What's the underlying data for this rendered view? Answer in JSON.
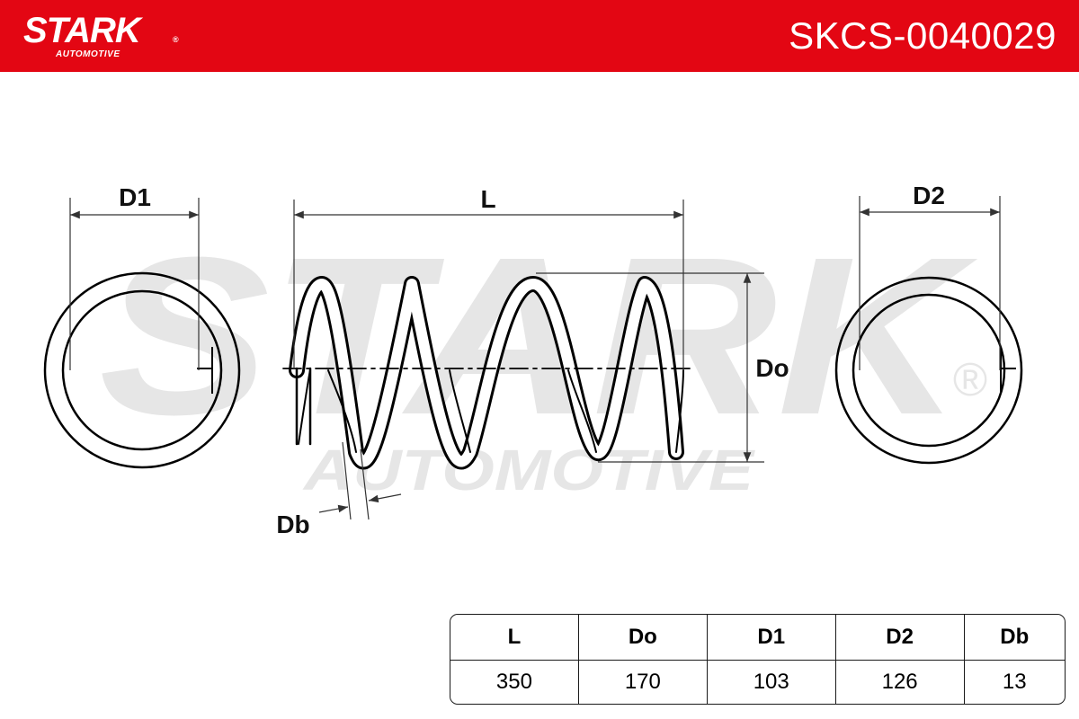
{
  "header": {
    "brand_name": "STARK",
    "brand_reg": "®",
    "brand_sub": "AUTOMOTIVE",
    "part_number": "SKCS-0040029",
    "background_color": "#e30613"
  },
  "watermark": {
    "main": "STARK",
    "sub": "AUTOMOTIVE",
    "reg": "®"
  },
  "drawing": {
    "labels": {
      "d1": "D1",
      "l": "L",
      "d2": "D2",
      "do": "Do",
      "db": "Db"
    }
  },
  "spec_table": {
    "headers": [
      "L",
      "Do",
      "D1",
      "D2",
      "Db"
    ],
    "values": [
      "350",
      "170",
      "103",
      "126",
      "13"
    ]
  }
}
